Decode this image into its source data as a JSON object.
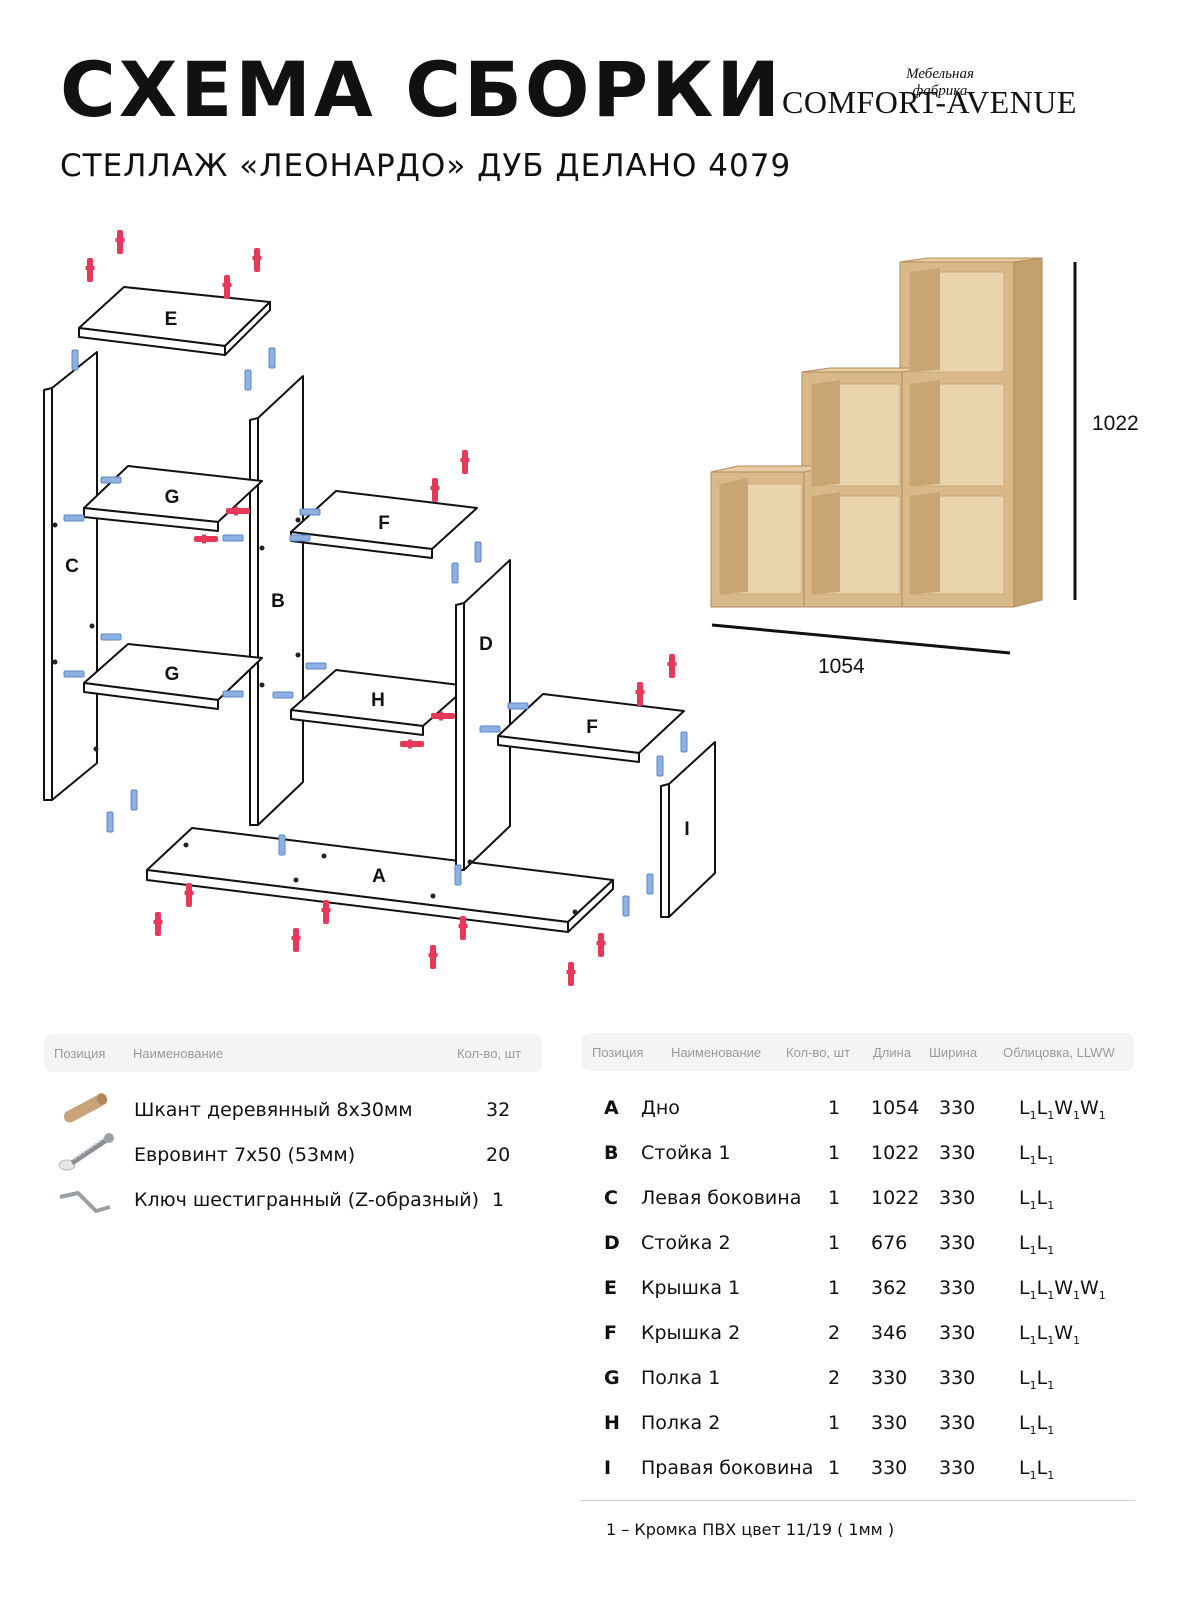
{
  "header": {
    "title": "СХЕМА СБОРКИ",
    "subtitle": "СТЕЛЛАЖ «ЛЕОНАРДО» ДУБ ДЕЛАНО 4079",
    "brand_tagline": "Мебельная фабрика",
    "brand_name": "COMFORT-AVENUE"
  },
  "diagram": {
    "panel_labels": [
      "E",
      "G",
      "F",
      "C",
      "B",
      "D",
      "G",
      "H",
      "F",
      "I",
      "A"
    ],
    "dimensions": {
      "height": "1022",
      "width": "1054"
    }
  },
  "fittings_table": {
    "columns": [
      "Позиция",
      "Наименование",
      "Кол-во, шт"
    ],
    "rows": [
      {
        "icon": "dowel-icon",
        "name": "Шкант деревянный 8х30мм",
        "qty": "32"
      },
      {
        "icon": "screw-icon",
        "name": "Евровинт 7х50 (53мм)",
        "qty": "20"
      },
      {
        "icon": "hex-key-icon",
        "name": "Ключ шестигранный (Z-образный)",
        "qty": "1"
      }
    ]
  },
  "parts_table": {
    "columns": [
      "Позиция",
      "Наименование",
      "Кол-во, шт",
      "Длина",
      "Ширина",
      "Облицовка, LLWW"
    ],
    "rows": [
      {
        "pos": "A",
        "name": "Дно",
        "qty": "1",
        "length": "1054",
        "width": "330",
        "edging": [
          "L",
          "L",
          "W",
          "W"
        ]
      },
      {
        "pos": "B",
        "name": "Стойка 1",
        "qty": "1",
        "length": "1022",
        "width": "330",
        "edging": [
          "L",
          "L"
        ]
      },
      {
        "pos": "C",
        "name": "Левая боковина",
        "qty": "1",
        "length": "1022",
        "width": "330",
        "edging": [
          "L",
          "L"
        ]
      },
      {
        "pos": "D",
        "name": "Стойка 2",
        "qty": "1",
        "length": "676",
        "width": "330",
        "edging": [
          "L",
          "L"
        ]
      },
      {
        "pos": "E",
        "name": "Крышка 1",
        "qty": "1",
        "length": "362",
        "width": "330",
        "edging": [
          "L",
          "L",
          "W",
          "W"
        ]
      },
      {
        "pos": "F",
        "name": "Крышка 2",
        "qty": "2",
        "length": "346",
        "width": "330",
        "edging": [
          "L",
          "L",
          "W"
        ]
      },
      {
        "pos": "G",
        "name": "Полка 1",
        "qty": "2",
        "length": "330",
        "width": "330",
        "edging": [
          "L",
          "L"
        ]
      },
      {
        "pos": "H",
        "name": "Полка 2",
        "qty": "1",
        "length": "330",
        "width": "330",
        "edging": [
          "L",
          "L"
        ]
      },
      {
        "pos": "I",
        "name": "Правая боковина",
        "qty": "1",
        "length": "330",
        "width": "330",
        "edging": [
          "L",
          "L"
        ]
      }
    ],
    "edging_index": "1"
  },
  "footnote": "1 – Кромка ПВХ цвет 11/19 ( 1мм )",
  "colors": {
    "dowel": "#e8385a",
    "screw": "#6f96d6",
    "oak": "#dcbf92",
    "oak_edge": "#c9a878"
  }
}
